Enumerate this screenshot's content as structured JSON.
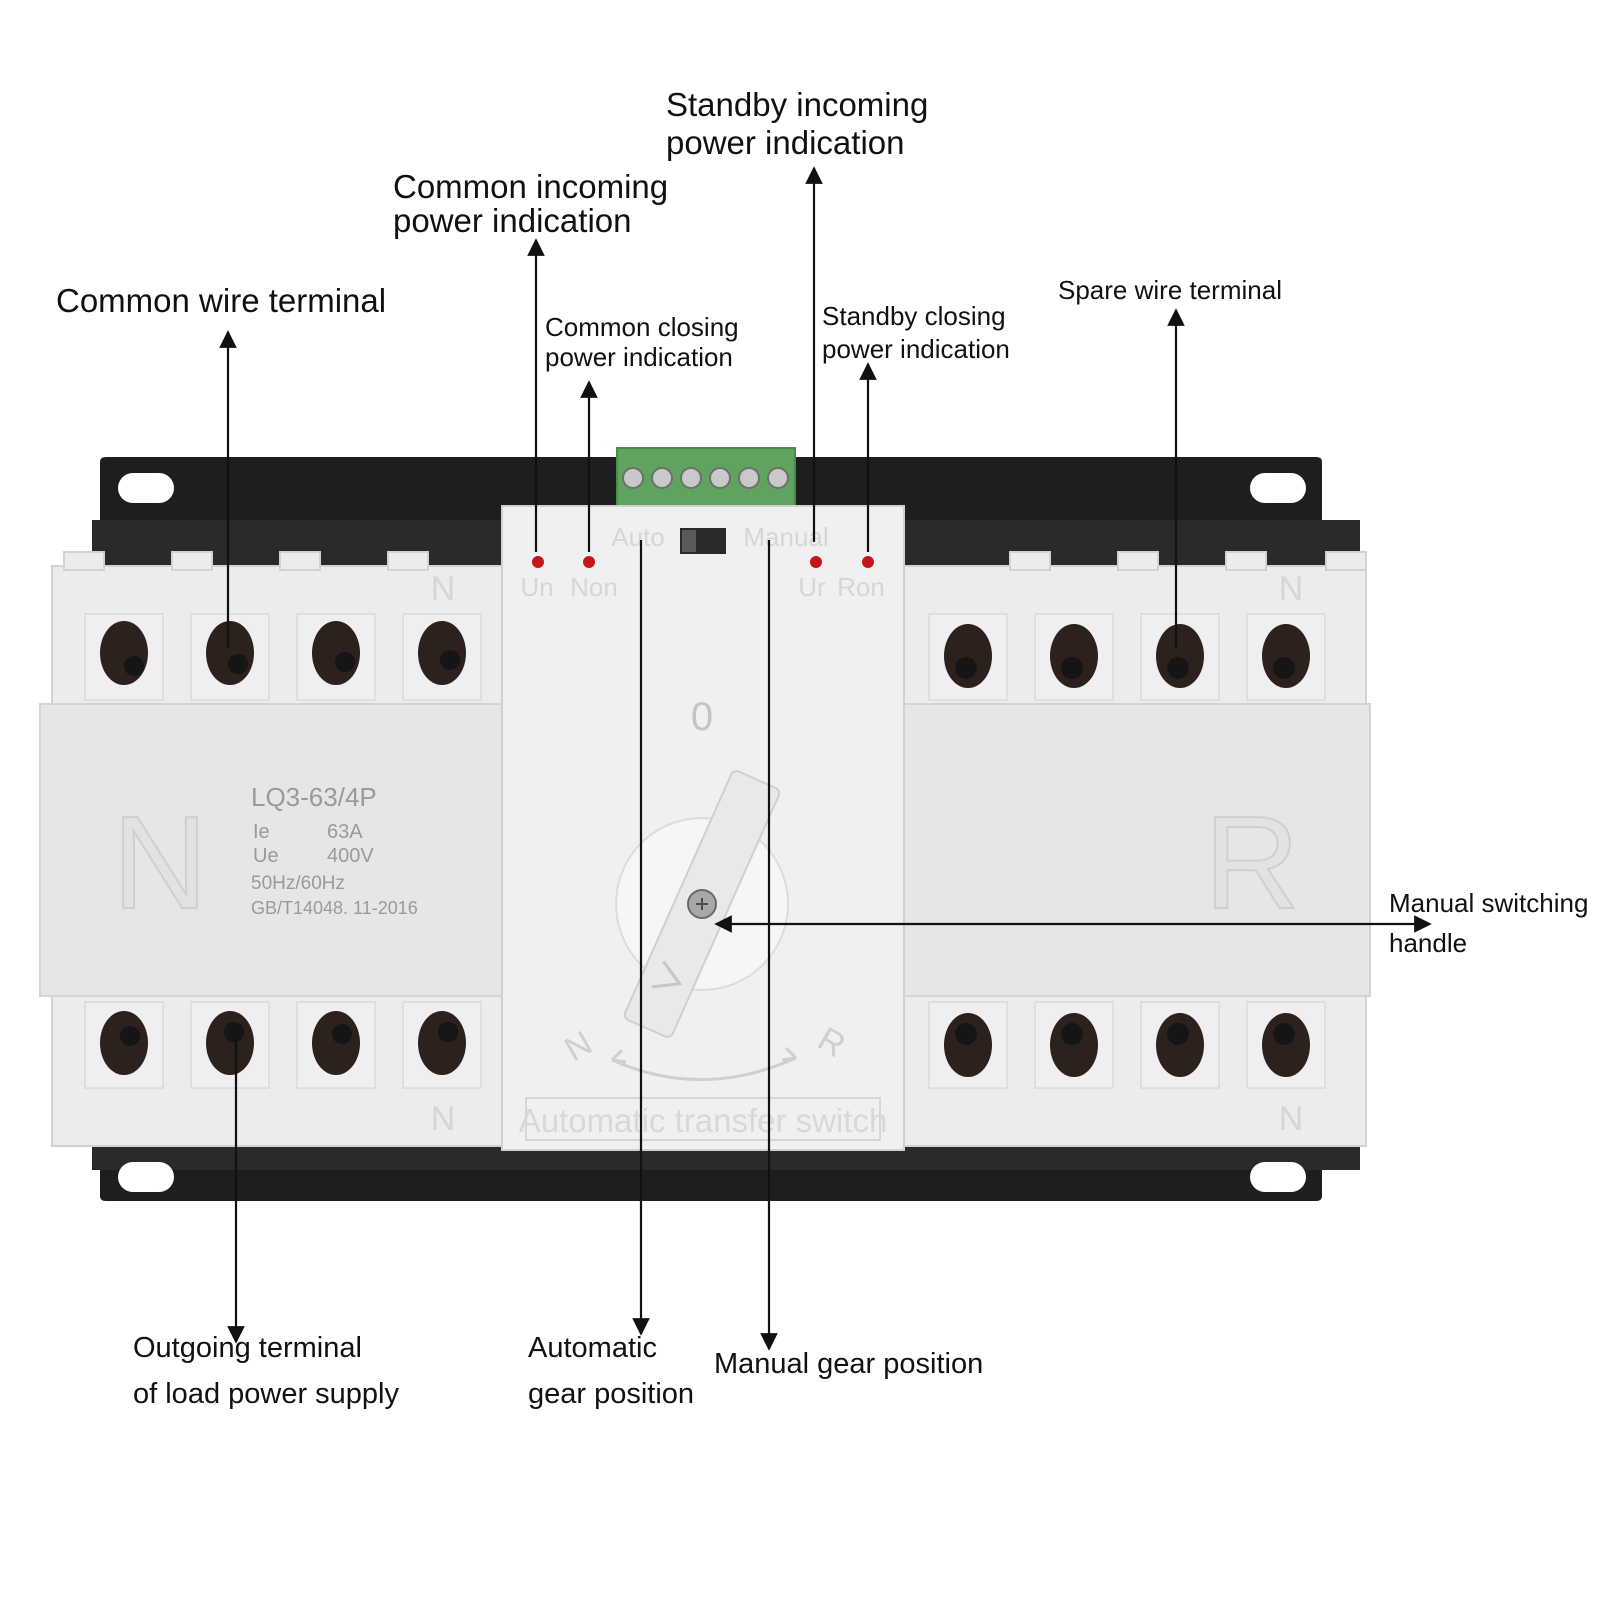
{
  "product": {
    "side_left_letter": "N",
    "side_right_letter": "R",
    "pole_marks": [
      "N",
      "N",
      "N",
      "N"
    ],
    "model": "LQ3-63/4P",
    "rating_rows": [
      {
        "label": "Ie",
        "value": "63A"
      },
      {
        "label": "Ue",
        "value": "400V"
      }
    ],
    "frequency": "50Hz/60Hz",
    "standard": "GB/T14048. 11-2016",
    "mode_auto": "Auto",
    "mode_manual": "Manual",
    "indicator_labels": [
      "Un",
      "Non",
      "Ur",
      "Ron"
    ],
    "dial_zero": "0",
    "dial_n": "N",
    "dial_r": "R",
    "front_title": "Automatic transfer switch",
    "colors": {
      "module_body": "#ececec",
      "mounting_plate": "#1e1e1e",
      "terminal_block": "#5fa35f",
      "indicator_led": "#c4161c"
    }
  },
  "callouts": {
    "standby_incoming": [
      "Standby incoming",
      "power indication"
    ],
    "common_incoming": [
      "Common incoming",
      "power indication"
    ],
    "common_wire": [
      "Common wire terminal"
    ],
    "common_closing": [
      "Common closing",
      "power indication"
    ],
    "standby_closing": [
      "Standby closing",
      "power indication"
    ],
    "spare_wire": [
      "Spare wire terminal"
    ],
    "manual_handle": [
      "Manual switching",
      "handle"
    ],
    "outgoing": [
      "Outgoing terminal",
      "of load power supply"
    ],
    "auto_gear": [
      "Automatic",
      "gear position"
    ],
    "manual_gear": [
      "Manual gear position"
    ]
  }
}
